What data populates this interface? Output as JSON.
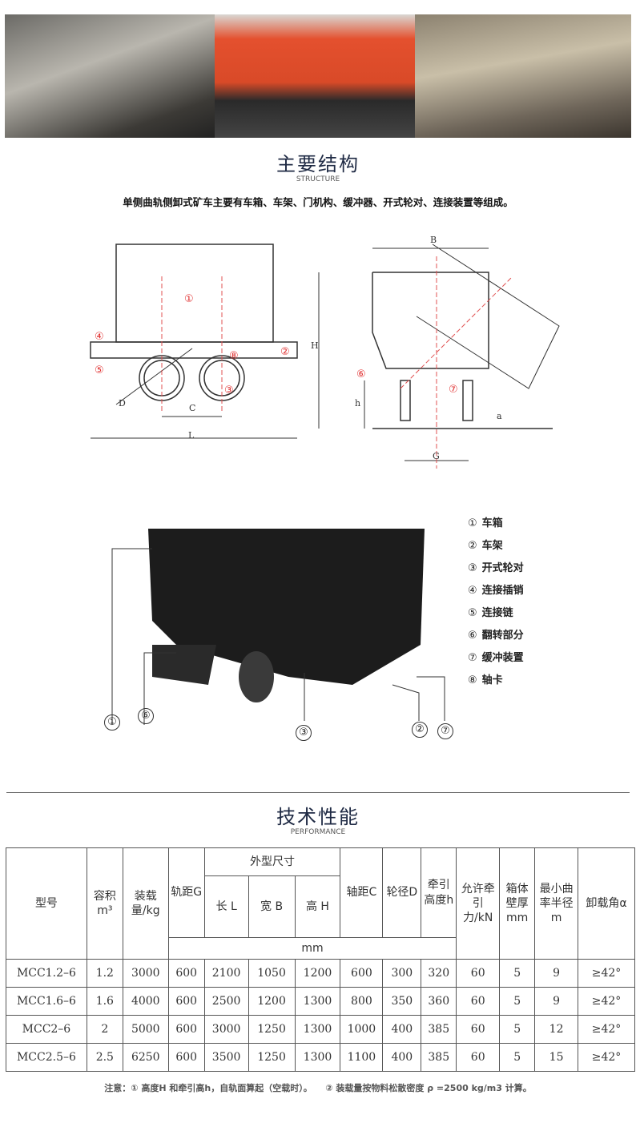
{
  "structure": {
    "title": "主要结构",
    "subtitle": "STRUCTURE",
    "intro": "单侧曲轨侧卸式矿车主要有车箱、车架、门机构、缓冲器、开式轮对、连接装置等组成。",
    "diagram_labels": {
      "L": "L",
      "C": "C",
      "D": "D",
      "H": "H",
      "h": "h",
      "B": "B",
      "G": "G",
      "a": "a"
    },
    "callouts": [
      "①",
      "②",
      "③",
      "④",
      "⑤",
      "⑥",
      "⑦",
      "⑧"
    ],
    "parts": [
      {
        "num": "①",
        "label": "车箱"
      },
      {
        "num": "②",
        "label": "车架"
      },
      {
        "num": "③",
        "label": "开式轮对"
      },
      {
        "num": "④",
        "label": "连接插销"
      },
      {
        "num": "⑤",
        "label": "连接链"
      },
      {
        "num": "⑥",
        "label": "翻转部分"
      },
      {
        "num": "⑦",
        "label": "缓冲装置"
      },
      {
        "num": "⑧",
        "label": "轴卡"
      }
    ]
  },
  "performance": {
    "title": "技术性能",
    "subtitle": "PERFORMANCE",
    "headers": {
      "model": "型号",
      "volume": "容积",
      "volume_unit": "m³",
      "load": "装载量/kg",
      "gauge": "轨距G",
      "outer": "外型尺寸",
      "length": "长 L",
      "width": "宽 B",
      "height": "高 H",
      "wheelbase": "轴距C",
      "wheel": "轮径D",
      "traction_h": "牵引高度h",
      "mm": "mm",
      "traction_force": "允许牵引力/kN",
      "wall": "箱体壁厚mm",
      "radius": "最小曲率半径m",
      "angle": "卸载角α"
    },
    "rows": [
      [
        "MCC1.2–6",
        "1.2",
        "3000",
        "600",
        "2100",
        "1050",
        "1200",
        "600",
        "300",
        "320",
        "60",
        "5",
        "9",
        "≥42°"
      ],
      [
        "MCC1.6–6",
        "1.6",
        "4000",
        "600",
        "2500",
        "1200",
        "1300",
        "800",
        "350",
        "360",
        "60",
        "5",
        "9",
        "≥42°"
      ],
      [
        "MCC2–6",
        "2",
        "5000",
        "600",
        "3000",
        "1250",
        "1300",
        "1000",
        "400",
        "385",
        "60",
        "5",
        "12",
        "≥42°"
      ],
      [
        "MCC2.5–6",
        "2.5",
        "6250",
        "600",
        "3500",
        "1250",
        "1300",
        "1100",
        "400",
        "385",
        "60",
        "5",
        "15",
        "≥42°"
      ]
    ],
    "note": "注意：① 高度H 和牵引高h，自轨面算起（空载时）。　　② 装载量按物料松散密度 ρ =2500 kg/m3 计算。"
  }
}
